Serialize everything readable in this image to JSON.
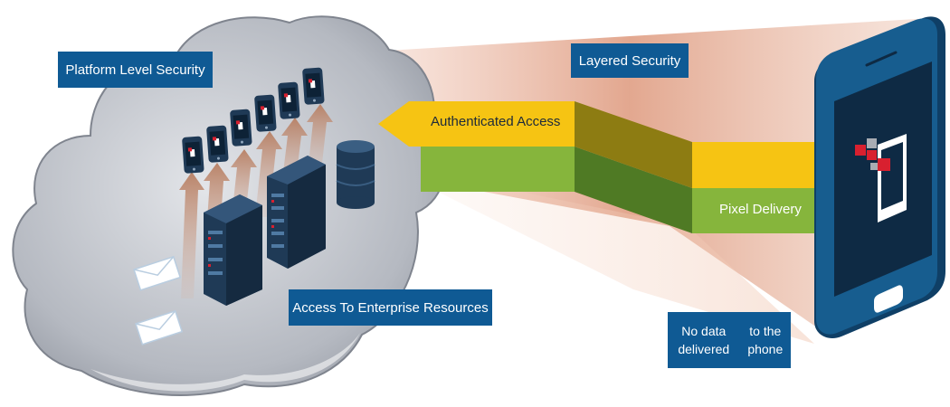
{
  "labels": {
    "platform_security": "Platform Level Security",
    "layered_security": "Layered Security",
    "enterprise_access": "Access To Enterprise Resources",
    "no_data_line1": "No data delivered",
    "no_data_line2": "to the phone"
  },
  "arrows": {
    "authenticated_access": "Authenticated Access",
    "pixel_delivery": "Pixel Delivery"
  },
  "colors": {
    "label_bg": "#0f5a94",
    "auth_yellow": "#f6c413",
    "pixel_green": "#86b53c",
    "cloud": "#d0d3d8",
    "phone_body": "#175d8f",
    "server_dark": "#1f3a56"
  },
  "icons": {
    "cloud": "cloud-icon",
    "phone": "smartphone-icon",
    "server": "server-rack-icon",
    "database": "database-icon",
    "envelope": "envelope-icon",
    "mini_phone": "mini-phone-icon",
    "app_logo": "app-logo-icon"
  }
}
